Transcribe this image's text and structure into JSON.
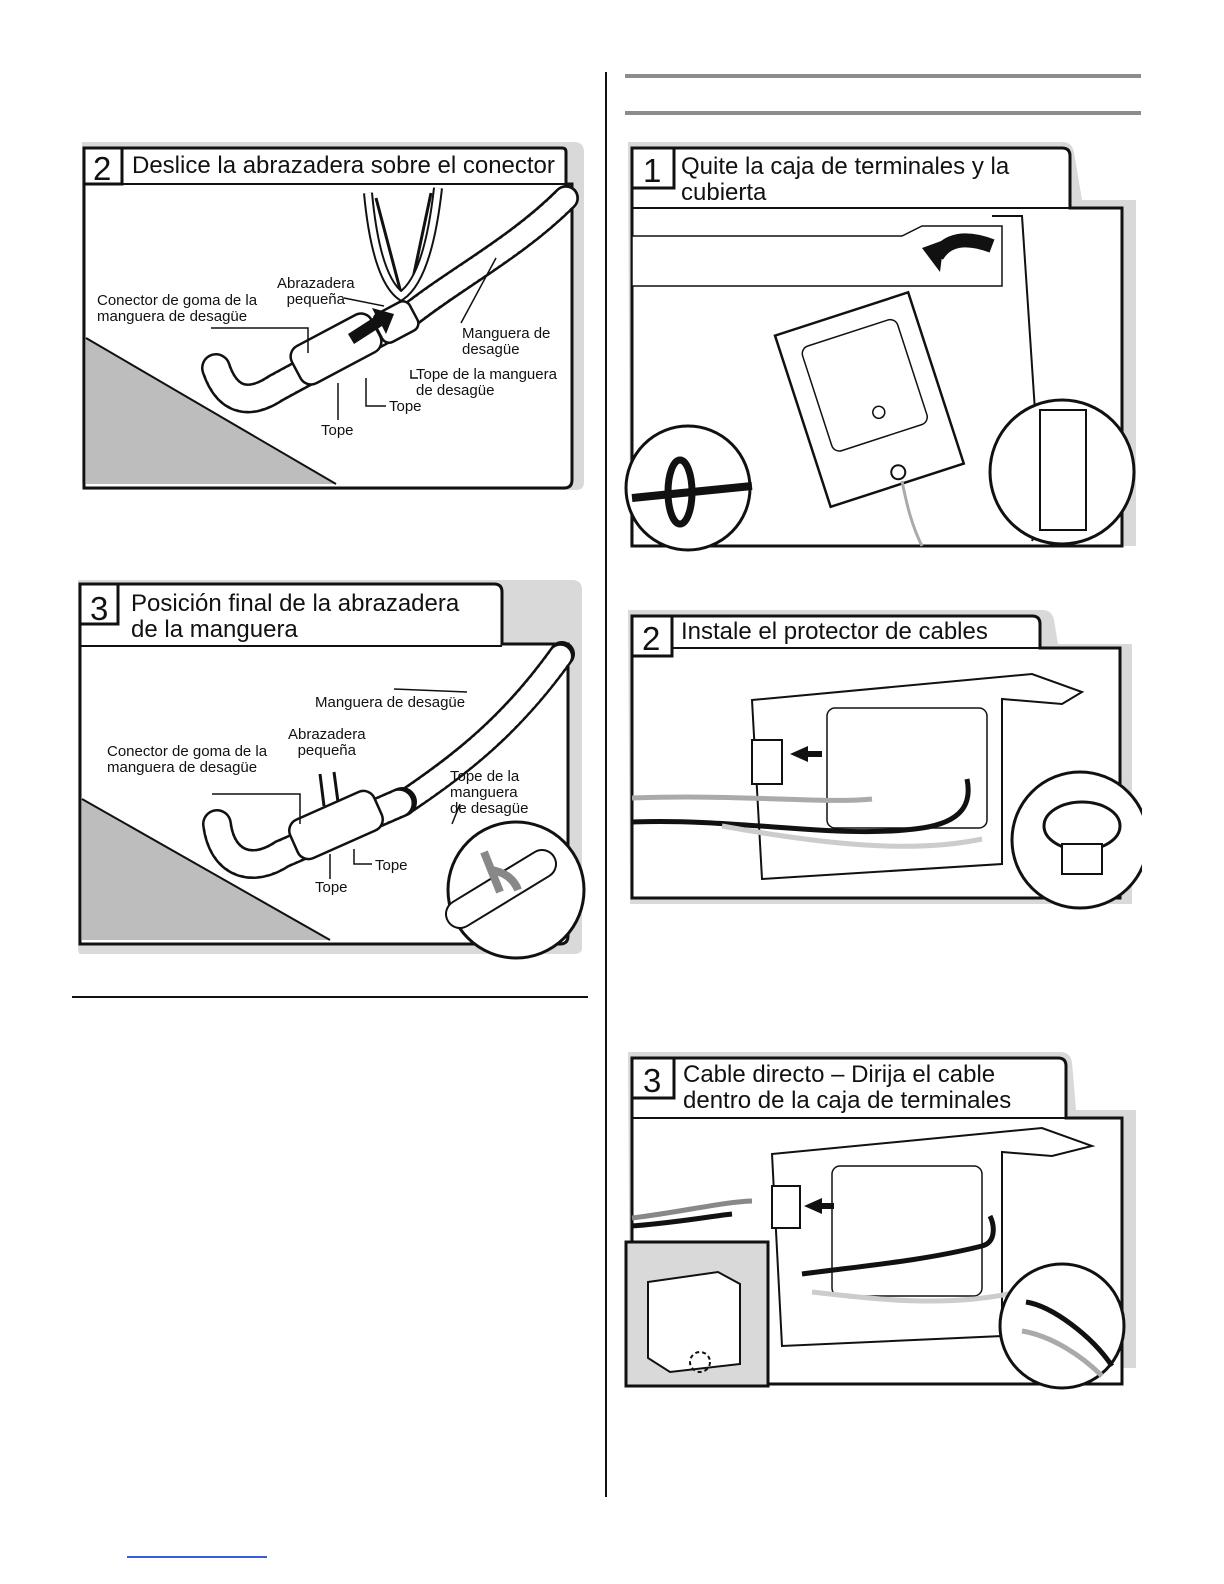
{
  "left_column": {
    "panel_2": {
      "number": "2",
      "title": "Deslice la abrazadera sobre el conector",
      "labels": {
        "small_clamp": "Abrazadera\npequeña",
        "rubber_connector": "Conector de goma de la\nmanguera de desagüe",
        "drain_hose": "Manguera de\ndesagüe",
        "hose_stop": "Tope de la manguera\nde desagüe",
        "stop_right": "Tope",
        "stop_left": "Tope"
      }
    },
    "panel_3": {
      "number": "3",
      "title": "Posición final de la abrazadera\nde la manguera",
      "labels": {
        "drain_hose": "Manguera de desagüe",
        "small_clamp": "Abrazadera\npequeña",
        "rubber_connector": "Conector de goma de la\nmanguera de desagüe",
        "hose_stop": "Tope de la\nmanguera\nde desagüe",
        "stop_right": "Tope",
        "stop_left": "Tope"
      }
    }
  },
  "right_column": {
    "panel_1": {
      "number": "1",
      "title": "Quite la caja de terminales y la\ncubierta"
    },
    "panel_2": {
      "number": "2",
      "title": "Instale el protector de cables"
    },
    "panel_3": {
      "number": "3",
      "title": "Cable directo – Dirija el cable\ndentro de la caja de terminales"
    }
  },
  "colors": {
    "ink": "#111111",
    "panel_shadow": "#d9d9d9",
    "grey_fill": "#bdbdbd",
    "rule_grey": "#8c8c8c",
    "link_blue": "#3b5bdb"
  }
}
